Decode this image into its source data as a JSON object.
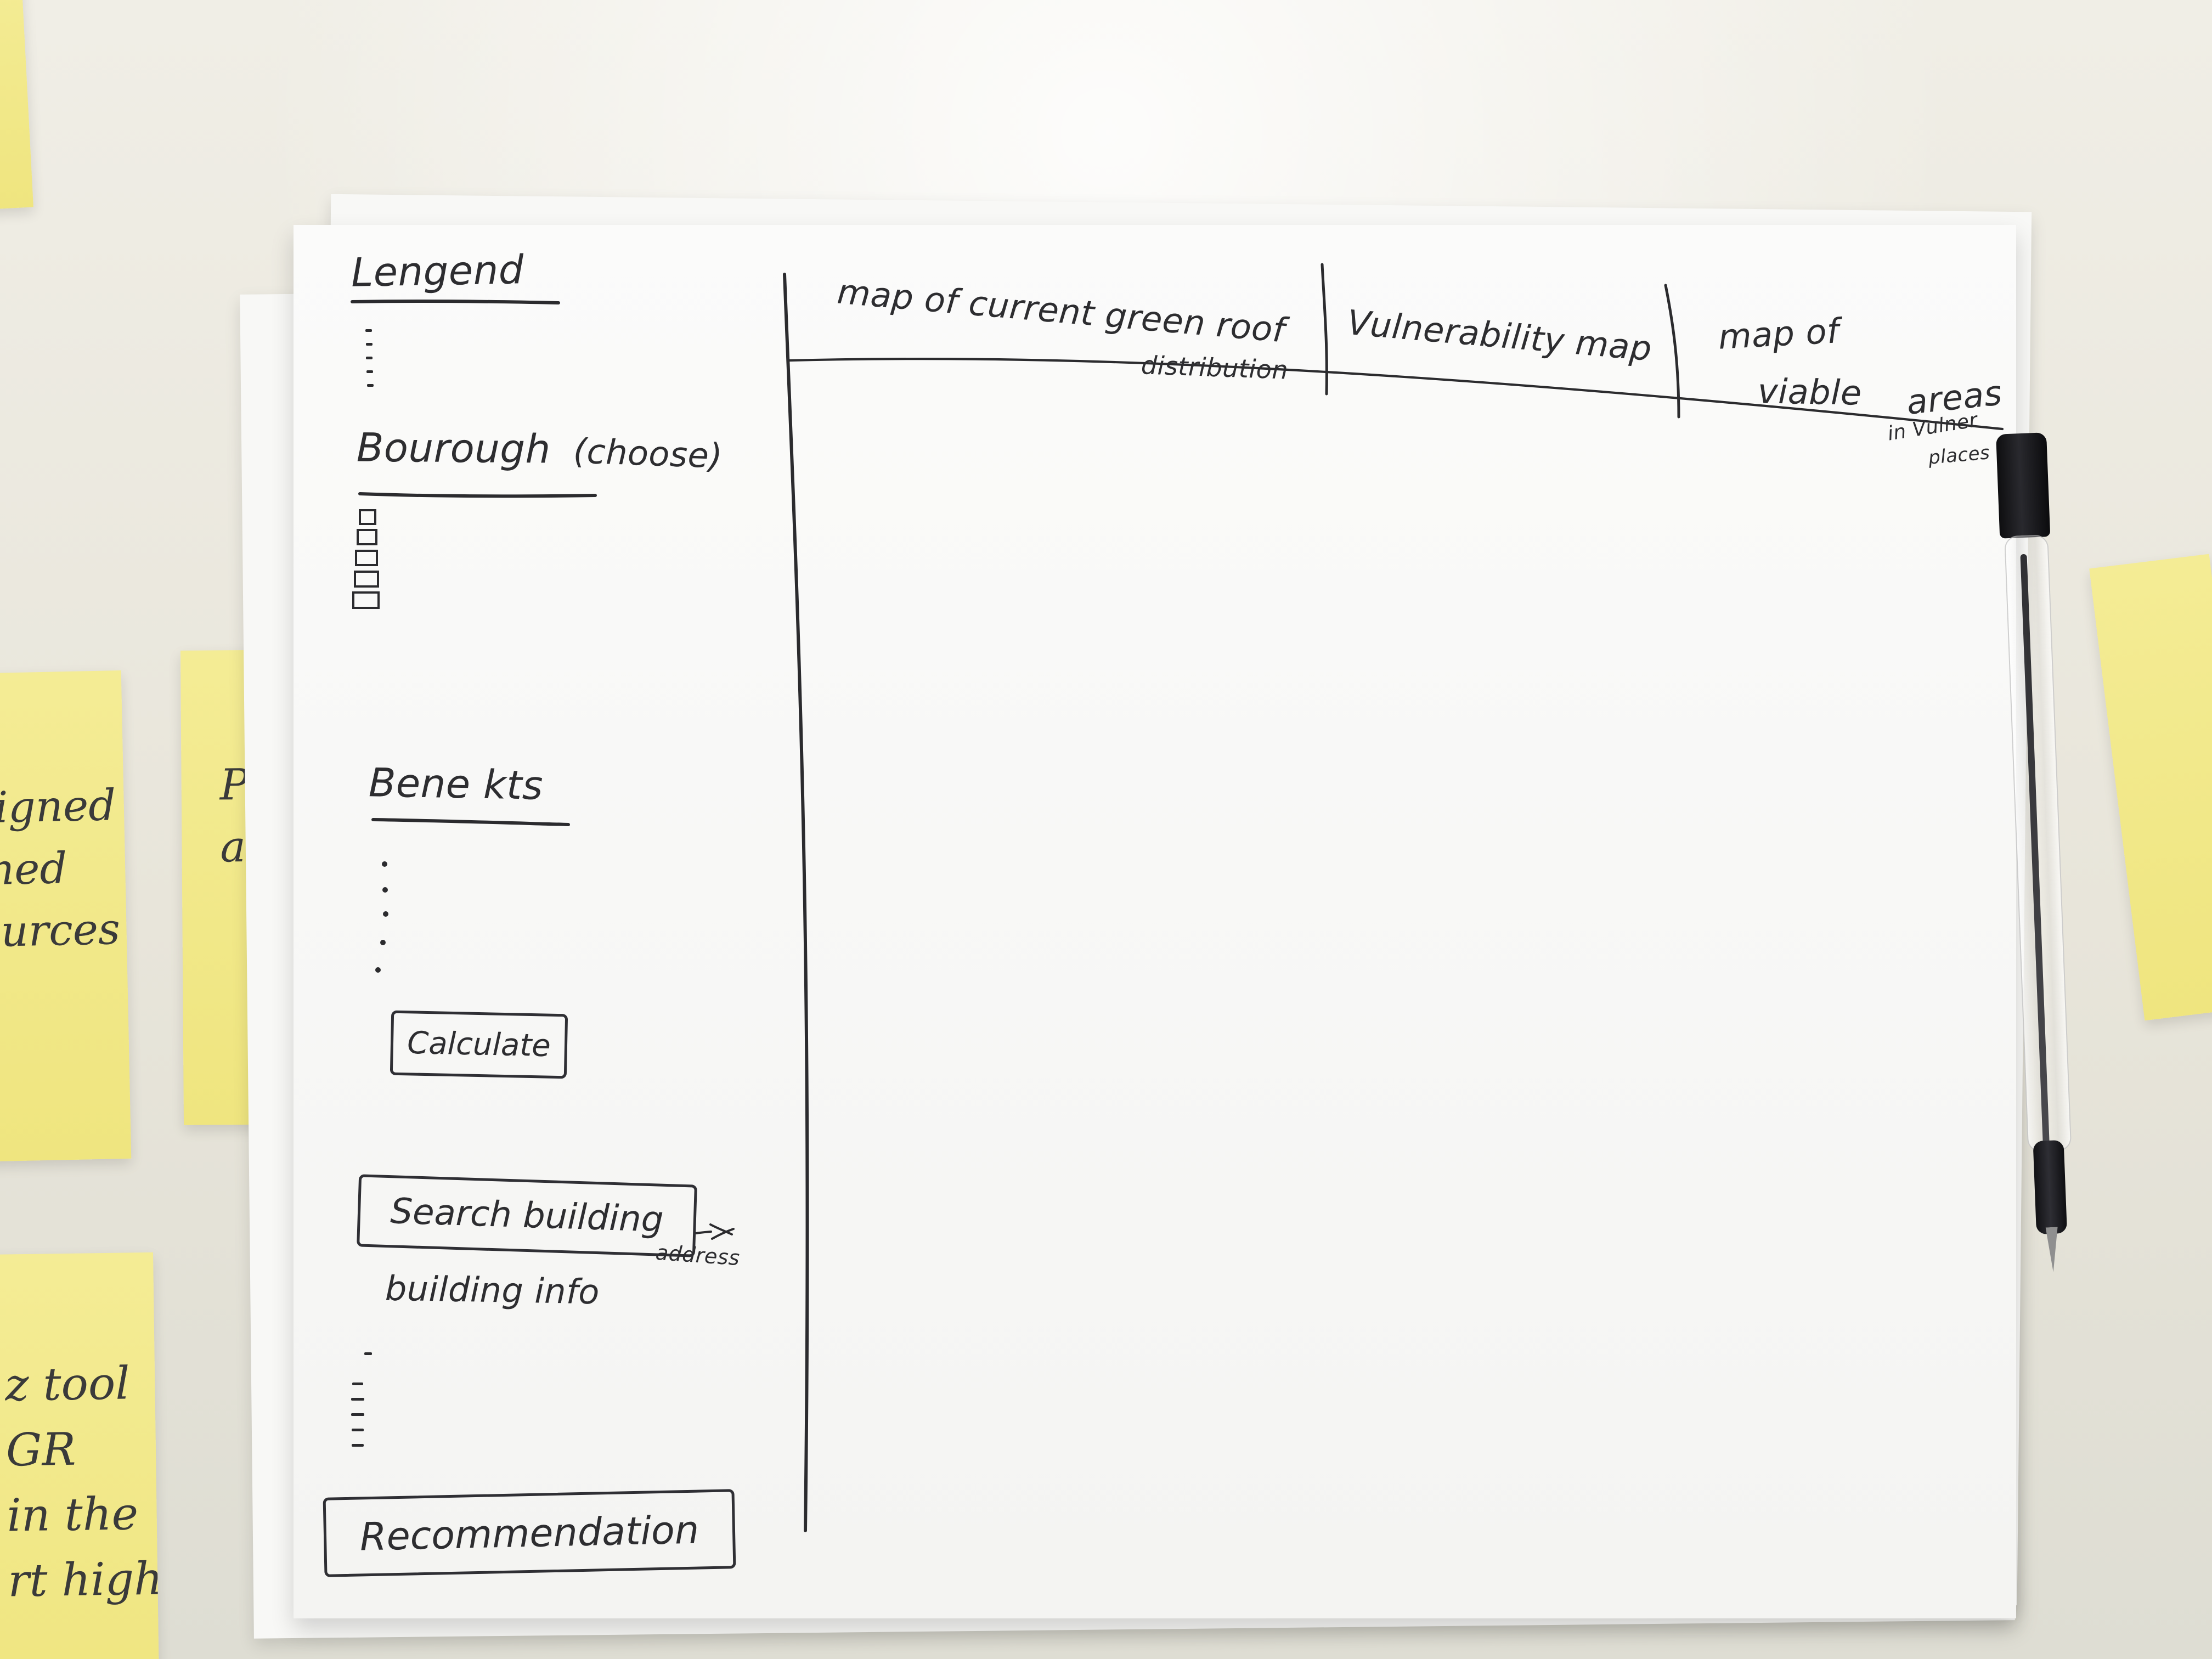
{
  "legend": {
    "title": "Lengend"
  },
  "borough": {
    "title": "Bourough",
    "choose_note": "(choose)"
  },
  "benefits": {
    "title": "Bene kts"
  },
  "buttons": {
    "calculate": "Calculate",
    "search_building": "Search building",
    "address_note": "address",
    "recommendation": "Recommendation"
  },
  "building_info": {
    "label": "building info"
  },
  "tabs": [
    {
      "label": "map of current green roof",
      "sublabel": "distribution"
    },
    {
      "label": "Vulnerability map"
    },
    {
      "label": "map of",
      "line2": "viable",
      "line3": "areas",
      "line4": "in Vulner",
      "line5": "places"
    }
  ],
  "sticky_notes": {
    "left_top": "signed\nmed\nources",
    "left_middle": "Pro\nas",
    "left_bottom": "z tool\nGR\nin the\nrt high"
  }
}
